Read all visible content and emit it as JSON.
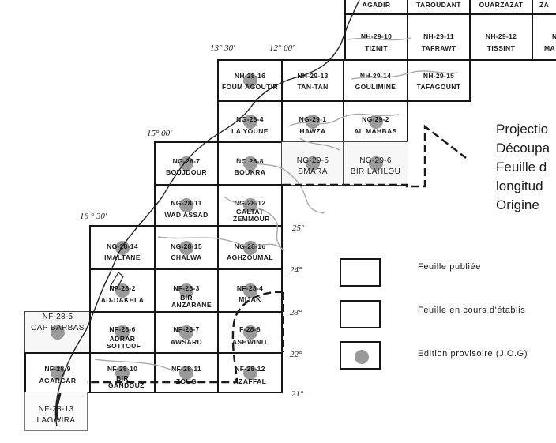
{
  "top_row": [
    {
      "name": "AGADIR"
    },
    {
      "name": "TAROUDANT"
    },
    {
      "name": "OUARZAZAT"
    },
    {
      "name": "ZA"
    }
  ],
  "sheets": [
    {
      "id": "nh-29-10",
      "code": "NH-29-10",
      "name": "TIZNIT",
      "dot": false
    },
    {
      "id": "nh-29-11",
      "code": "NH-29-11",
      "name": "TAFRAWT",
      "dot": false
    },
    {
      "id": "nh-29-12",
      "code": "NH-29-12",
      "name": "TISSINT",
      "dot": false
    },
    {
      "id": "nh-29-ma",
      "code": "N",
      "name": "MA",
      "dot": false
    },
    {
      "id": "nh-28-16",
      "code": "NH-28-16",
      "name": "FOUM AGOUTIR",
      "dot": true
    },
    {
      "id": "nh-29-13",
      "code": "NH-29-13",
      "name": "TAN-TAN",
      "dot": false
    },
    {
      "id": "nh-29-14",
      "code": "NH-29-14",
      "name": "GOULIMINE",
      "dot": false
    },
    {
      "id": "nh-29-15",
      "code": "NH-29-15",
      "name": "TAFAGOUNT",
      "dot": false
    },
    {
      "id": "ng-28-4",
      "code": "NG-28-4",
      "name": "LA YOUNE",
      "dot": true
    },
    {
      "id": "ng-29-1",
      "code": "NG-29-1",
      "name": "HAWZA",
      "dot": true
    },
    {
      "id": "ng-29-2",
      "code": "NG-29-2",
      "name": "AL MAHBAS",
      "dot": true
    },
    {
      "id": "ng-28-7",
      "code": "NG-28-7",
      "name": "BOUJDOUR",
      "dot": true
    },
    {
      "id": "ng-28-8",
      "code": "NG-28-8",
      "name": "BOUKRA",
      "dot": true
    },
    {
      "id": "ng-29-5",
      "code": "NG-29-5",
      "name": "SMARA",
      "dot": true
    },
    {
      "id": "ng-29-6",
      "code": "NG-29-6",
      "name": "BIR LAHLOU",
      "dot": true
    },
    {
      "id": "ng-28-11",
      "code": "NG-28-11",
      "name": "WAD ASSAD",
      "dot": true
    },
    {
      "id": "ng-28-12",
      "code": "NG-28-12",
      "name": "GALTAT ZEMMOUR",
      "dot": true
    },
    {
      "id": "ng-28-14",
      "code": "NG-28-14",
      "name": "IMALTANE",
      "dot": true
    },
    {
      "id": "ng-28-15",
      "code": "NG-28-15",
      "name": "CHALWA",
      "dot": true
    },
    {
      "id": "ng-28-16",
      "code": "NG-28-16",
      "name": "AGHZOUMAL",
      "dot": true
    },
    {
      "id": "nf-28-2",
      "code": "NF-28-2",
      "name": "AD-DAKHLA",
      "dot": true
    },
    {
      "id": "nf-28-3",
      "code": "NF-28-3",
      "name": "BIR ANZARANE",
      "dot": true
    },
    {
      "id": "nf-28-4",
      "code": "NF-28-4",
      "name": "MIJAK",
      "dot": true
    },
    {
      "id": "nf-28-5",
      "code": "NF-28-5",
      "name": "CAP BARBAS",
      "dot": true
    },
    {
      "id": "nf-28-6",
      "code": "NF-28-6",
      "name": "ADRAR SOTTOUF",
      "dot": true
    },
    {
      "id": "nf-28-7",
      "code": "NF-28-7",
      "name": "AWSARD",
      "dot": true
    },
    {
      "id": "nf-28-8",
      "code": "F-28-8",
      "name": "ASHWINIT",
      "dot": true
    },
    {
      "id": "nf-28-9",
      "code": "NF-28-9",
      "name": "AGARGAR",
      "dot": true
    },
    {
      "id": "nf-28-10",
      "code": "NF-28-10",
      "name": "BIR GANDOUZ",
      "dot": true
    },
    {
      "id": "nf-28-11",
      "code": "NF-28-11",
      "name": "ZOUG",
      "dot": true
    },
    {
      "id": "nf-28-12",
      "code": "NF-28-12",
      "name": "AZAFFAL",
      "dot": true
    },
    {
      "id": "nf-28-13",
      "code": "NF-28-13",
      "name": "LAGWIRA",
      "dot": false
    }
  ],
  "coords": {
    "lon_13_30": "13° 30'",
    "lon_12_00": "12° 00'",
    "lon_15_00": "15° 00'",
    "lon_16_30": "16 ° 30'",
    "lat_25": "25°",
    "lat_24": "24°",
    "lat_23": "23°",
    "lat_22": "22°",
    "lat_21": "21°"
  },
  "legend": [
    {
      "label": "Feuille publiée",
      "dot": false
    },
    {
      "label": "Feuille en cours d'établis",
      "dot": false
    },
    {
      "label": "Edition provisoire (J.O.G)",
      "dot": true
    }
  ],
  "projection_lines": [
    "Projectio",
    "Découpa",
    "Feuille d",
    "longitud",
    "Origine"
  ]
}
